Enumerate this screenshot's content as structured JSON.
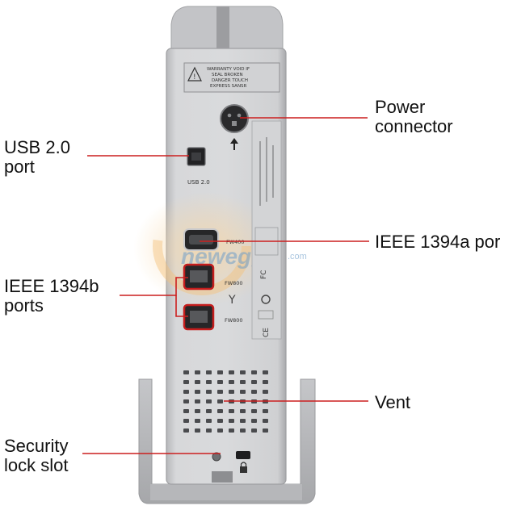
{
  "labels": {
    "usb": "USB 2.0\nport",
    "power": "Power\nconnector",
    "fw400": "IEEE 1394a por",
    "fw800": "IEEE 1394b\nports",
    "vent": "Vent",
    "security": "Security\nlock slot"
  },
  "device_text": {
    "warning": "WARRANTY VOID IF\nSEAL BROKEN\nDANGER TOUCH\nEXPRESS SANSR",
    "usb_port": "USB 2.0",
    "fw400_port": "FW400",
    "fw800_top": "FW800",
    "fw800_bottom": "FW800",
    "watermark_main": "newegg",
    "watermark_suffix": ".com",
    "ce_mark": "CE",
    "fc_mark": "FC"
  },
  "colors": {
    "leader_line": "#cc1f1f",
    "device_body": "#cfd0d2",
    "port_highlight": "#c41d1d"
  },
  "icons": [
    "arrow-up-icon",
    "fc-mark-icon",
    "ce-mark-icon",
    "recycle-icon",
    "lock-icon",
    "warning-triangle-icon"
  ]
}
